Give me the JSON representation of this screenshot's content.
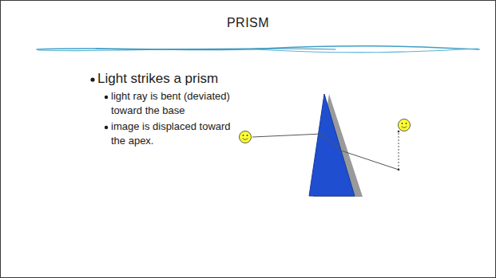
{
  "diagram": {
    "title": "PRISM",
    "labels": [
      "Light strikes a prism",
      "light ray is bent (deviated) toward the base",
      "image is displaced toward the apex."
    ]
  }
}
